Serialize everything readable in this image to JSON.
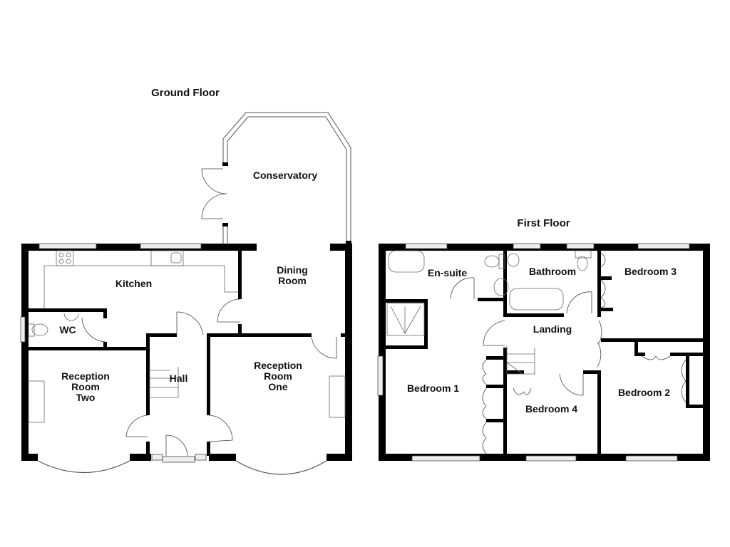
{
  "plan": {
    "ground_floor": {
      "title": "Ground Floor",
      "rooms": {
        "conservatory": "Conservatory",
        "kitchen": "Kitchen",
        "dining_room": "Dining\nRoom",
        "wc": "WC",
        "hall": "Hall",
        "reception_two": "Reception\nRoom\nTwo",
        "reception_one": "Reception\nRoom\nOne"
      }
    },
    "first_floor": {
      "title": "First Floor",
      "rooms": {
        "en_suite": "En-suite",
        "bathroom": "Bathroom",
        "bedroom_3": "Bedroom 3",
        "landing": "Landing",
        "bedroom_1": "Bedroom 1",
        "bedroom_4": "Bedroom 4",
        "bedroom_2": "Bedroom 2"
      }
    }
  },
  "colors": {
    "wall": "#000000",
    "line": "#333333",
    "window": "#e6e6e6",
    "background": "#ffffff"
  }
}
